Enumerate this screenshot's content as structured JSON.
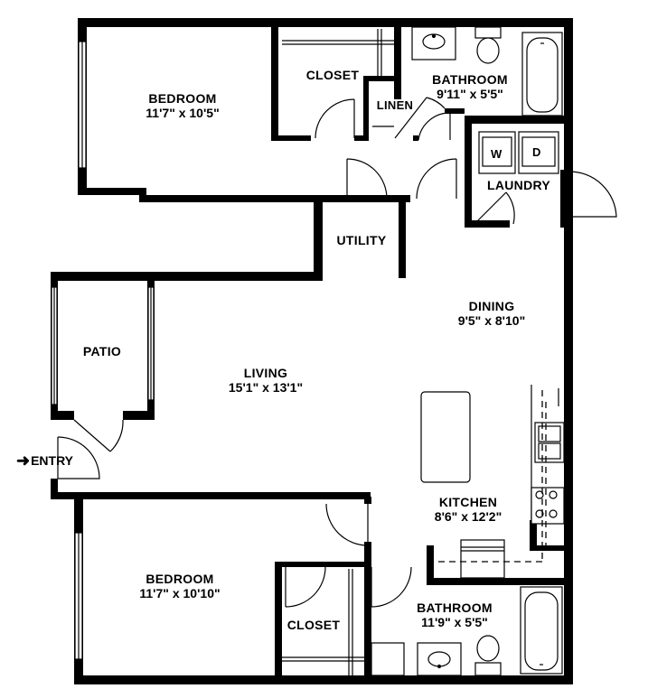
{
  "rooms": {
    "bedroom1": {
      "name": "BEDROOM",
      "dims": "11'7\" x 10'5\""
    },
    "closet1": {
      "name": "CLOSET"
    },
    "bathroom1": {
      "name": "BATHROOM",
      "dims": "9'11\" x 5'5\""
    },
    "linen": {
      "name": "LINEN"
    },
    "laundry": {
      "name": "LAUNDRY"
    },
    "utility": {
      "name": "UTILITY"
    },
    "dining": {
      "name": "DINING",
      "dims": "9'5\" x 8'10\""
    },
    "patio": {
      "name": "PATIO"
    },
    "living": {
      "name": "LIVING",
      "dims": "15'1\" x 13'1\""
    },
    "kitchen": {
      "name": "KITCHEN",
      "dims": "8'6\" x 12'2\""
    },
    "bedroom2": {
      "name": "BEDROOM",
      "dims": "11'7\" x 10'10\""
    },
    "closet2": {
      "name": "CLOSET"
    },
    "bathroom2": {
      "name": "BATHROOM",
      "dims": "11'9\" x 5'5\""
    }
  },
  "appliances": {
    "washer": "W",
    "dryer": "D"
  },
  "entry": {
    "label": "ENTRY",
    "arrow_icon": "arrow-right-icon"
  }
}
